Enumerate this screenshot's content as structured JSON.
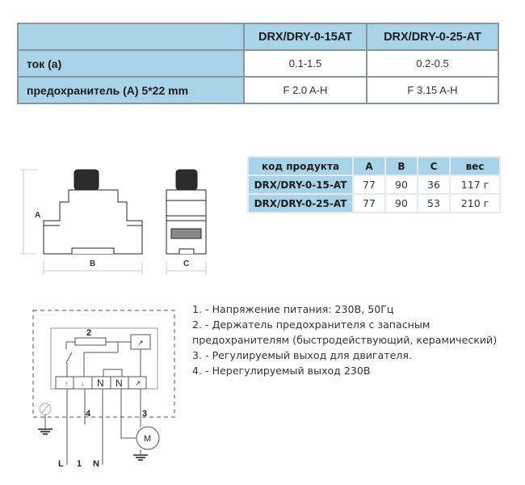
{
  "spec_table": {
    "headers": [
      "",
      "DRX/DRY-0-15AT",
      "DRX/DRY-0-25-AT"
    ],
    "rows": [
      {
        "label": "ток (а)",
        "values": [
          "0.1-1.5",
          "0.2-0.5"
        ]
      },
      {
        "label": "предохранитель (А) 5*22 mm",
        "values": [
          "F 2.0 A-H",
          "F 3.15 A-H"
        ]
      }
    ]
  },
  "dimensions_table": {
    "headers": [
      "код продукта",
      "A",
      "B",
      "C",
      "вес"
    ],
    "rows": [
      {
        "code": "DRX/DRY-0-15-AT",
        "a": "77",
        "b": "90",
        "c": "36",
        "weight": "117 г"
      },
      {
        "code": "DRX/DRY-0-25-AT",
        "a": "77",
        "b": "90",
        "c": "53",
        "weight": "210 г"
      }
    ]
  },
  "drawing": {
    "label_a": "A",
    "label_b": "B",
    "label_c": "C"
  },
  "notes": [
    "1. - Напряжение питания: 230В, 50Гц",
    "2. - Держатель предохранителя с запасным",
    "предохранителям (быстродействующий, керамический)",
    "3. - Регулируемый выход для двигателя.",
    "4. - Нерегулируемый выход 230В"
  ],
  "wiring": {
    "label_2": "2",
    "label_3": "3",
    "label_4": "4",
    "terminal_n1": "N",
    "terminal_n2": "N",
    "motor": "M",
    "bottom_l": "L",
    "bottom_1": "1",
    "bottom_n": "N"
  },
  "colors": {
    "header_blue": "#a9d3e8",
    "border_gray": "#8c959c"
  }
}
